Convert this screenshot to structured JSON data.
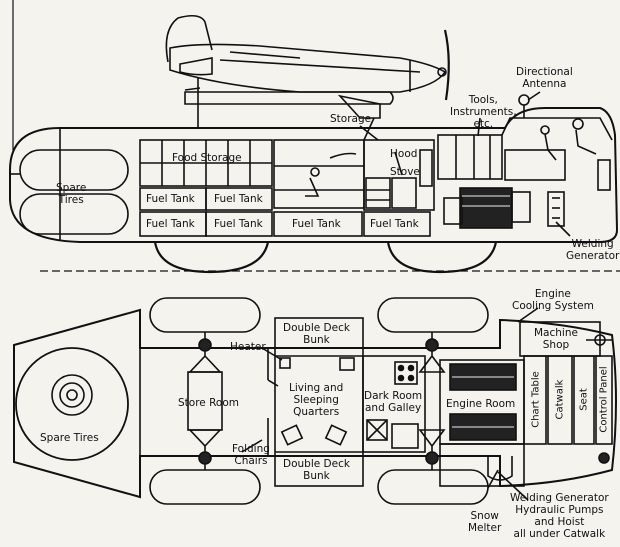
{
  "diagram": {
    "side_view": {
      "labels": {
        "spare_tires": "Spare\nTires",
        "food_storage": "Food Storage",
        "fuel_tank": "Fuel Tank",
        "storage": "Storage",
        "hood": "Hood",
        "stove": "Stove",
        "tools": "Tools,\nInstruments,\netc.",
        "directional_antenna": "Directional\nAntenna",
        "welding_generator": "Welding\nGenerator"
      }
    },
    "plan_view": {
      "labels": {
        "spare_tires": "Spare Tires",
        "store_room": "Store Room",
        "heater": "Heater",
        "double_deck_bunk_top": "Double Deck\nBunk",
        "living_quarters": "Living and\nSleeping\nQuarters",
        "folding_chairs": "Folding\nChairs",
        "double_deck_bunk_bottom": "Double Deck\nBunk",
        "dark_room": "Dark Room\nand Galley",
        "engine_room": "Engine Room",
        "engine_cooling": "Engine\nCooling System",
        "machine_shop": "Machine\nShop",
        "chart_table": "Chart Table",
        "catwalk": "Catwalk",
        "seat": "Seat",
        "control_panel": "Control Panel",
        "snow_melter": "Snow\nMelter",
        "welding_hydraulic": "Welding Generator\nHydraulic Pumps\nand Hoist\nall under Catwalk"
      }
    }
  }
}
